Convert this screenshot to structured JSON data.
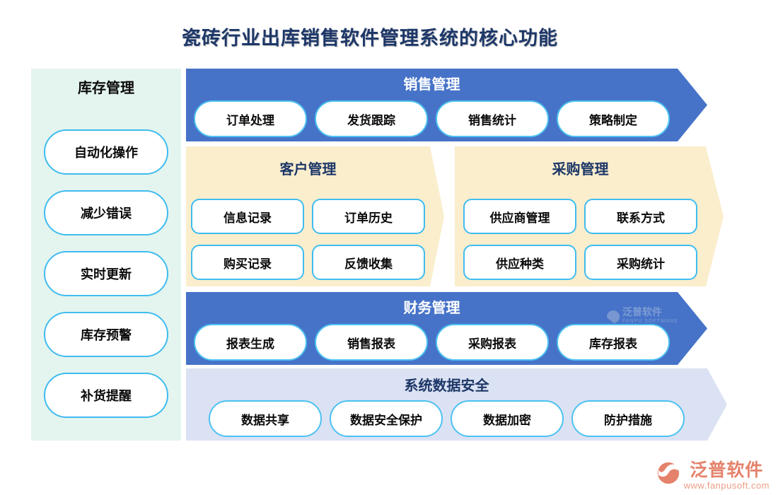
{
  "title": "瓷砖行业出库销售软件管理系统的核心功能",
  "sidebar": {
    "title": "库存管理",
    "items": [
      "自动化操作",
      "减少错误",
      "实时更新",
      "库存预警",
      "补货提醒"
    ]
  },
  "sections": {
    "sales": {
      "title": "销售管理",
      "items": [
        "订单处理",
        "发货跟踪",
        "销售统计",
        "策略制定"
      ]
    },
    "customer": {
      "title": "客户管理",
      "items": [
        "信息记录",
        "订单历史",
        "购买记录",
        "反馈收集"
      ]
    },
    "purchase": {
      "title": "采购管理",
      "items": [
        "供应商管理",
        "联系方式",
        "供应种类",
        "采购统计"
      ]
    },
    "finance": {
      "title": "财务管理",
      "items": [
        "报表生成",
        "销售报表",
        "采购报表",
        "库存报表"
      ]
    },
    "security": {
      "title": "系统数据安全",
      "items": [
        "数据共享",
        "数据安全保护",
        "数据加密",
        "防护措施"
      ]
    }
  },
  "watermark": {
    "brand": "泛普软件"
  },
  "footer": {
    "brand": "泛普软件",
    "url": "www.fanpusoft.com"
  },
  "colors": {
    "title_navy": "#1d3768",
    "banner_blue": "#4673c8",
    "banner_cream": "#fbeecd",
    "banner_lavender": "#dbe2f3",
    "panel_mint": "#e4f4ee",
    "pill_border_cyan": "#3fbcf0",
    "logo_salmon": "#e4826b"
  }
}
